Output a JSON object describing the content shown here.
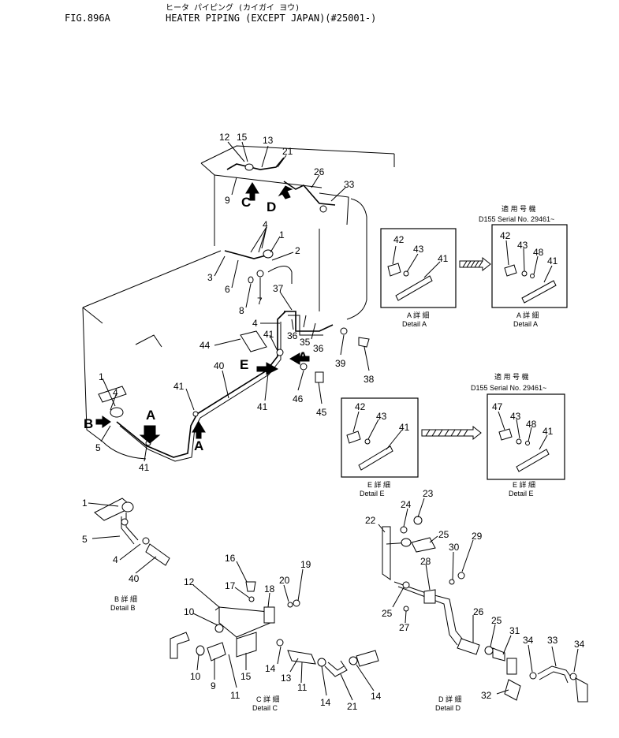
{
  "header": {
    "figure_no": "FIG.896A",
    "title_jp": "ヒータ パイピング (カイガイ ヨウ)",
    "title_en": "HEATER PIPING  (EXCEPT JAPAN)(#25001-)"
  },
  "callouts": {
    "main": [
      "12",
      "15",
      "13",
      "21",
      "26",
      "33",
      "9",
      "4",
      "1",
      "2",
      "3",
      "6",
      "7",
      "8",
      "37",
      "4",
      "36",
      "35",
      "36",
      "44",
      "41",
      "40",
      "39",
      "38",
      "46",
      "45",
      "1",
      "4",
      "41",
      "5",
      "41"
    ],
    "detail_b": [
      "1",
      "5",
      "4",
      "40"
    ],
    "detail_c": [
      "16",
      "12",
      "17",
      "18",
      "20",
      "19",
      "10",
      "14",
      "13",
      "11",
      "10",
      "9",
      "11",
      "15",
      "14",
      "21",
      "14"
    ],
    "detail_d": [
      "23",
      "24",
      "22",
      "25",
      "30",
      "29",
      "28",
      "25",
      "27",
      "26",
      "25",
      "31",
      "34",
      "33",
      "34",
      "32"
    ],
    "detail_a": [
      "42",
      "43",
      "41"
    ],
    "detail_a_new": [
      "42",
      "43",
      "48",
      "41"
    ],
    "detail_e": [
      "42",
      "43",
      "41"
    ],
    "detail_e_new": [
      "47",
      "43",
      "48",
      "41"
    ]
  },
  "view_letters": {
    "c": "C",
    "d": "D",
    "e": "E",
    "a1": "A",
    "a2": "A",
    "a3": "A",
    "b": "B"
  },
  "serial_notes": {
    "top_jp": "適 用 号 機",
    "top": "D155 Serial No. 29461~",
    "bottom_jp": "適 用 号 機",
    "bottom": "D155 Serial No. 29461~"
  },
  "captions": {
    "a_jp": "A 詳 細",
    "a_en": "Detail A",
    "a2_jp": "A 詳 細",
    "a2_en": "Detail A",
    "e_jp": "E 詳 細",
    "e_en": "Detail E",
    "e2_jp": "E 詳 細",
    "e2_en": "Detail E",
    "b_jp": "B 詳 細",
    "b_en": "Detail B",
    "c_jp": "C 詳 細",
    "c_en": "Detail C",
    "d_jp": "D 詳 細",
    "d_en": "Detail D"
  }
}
